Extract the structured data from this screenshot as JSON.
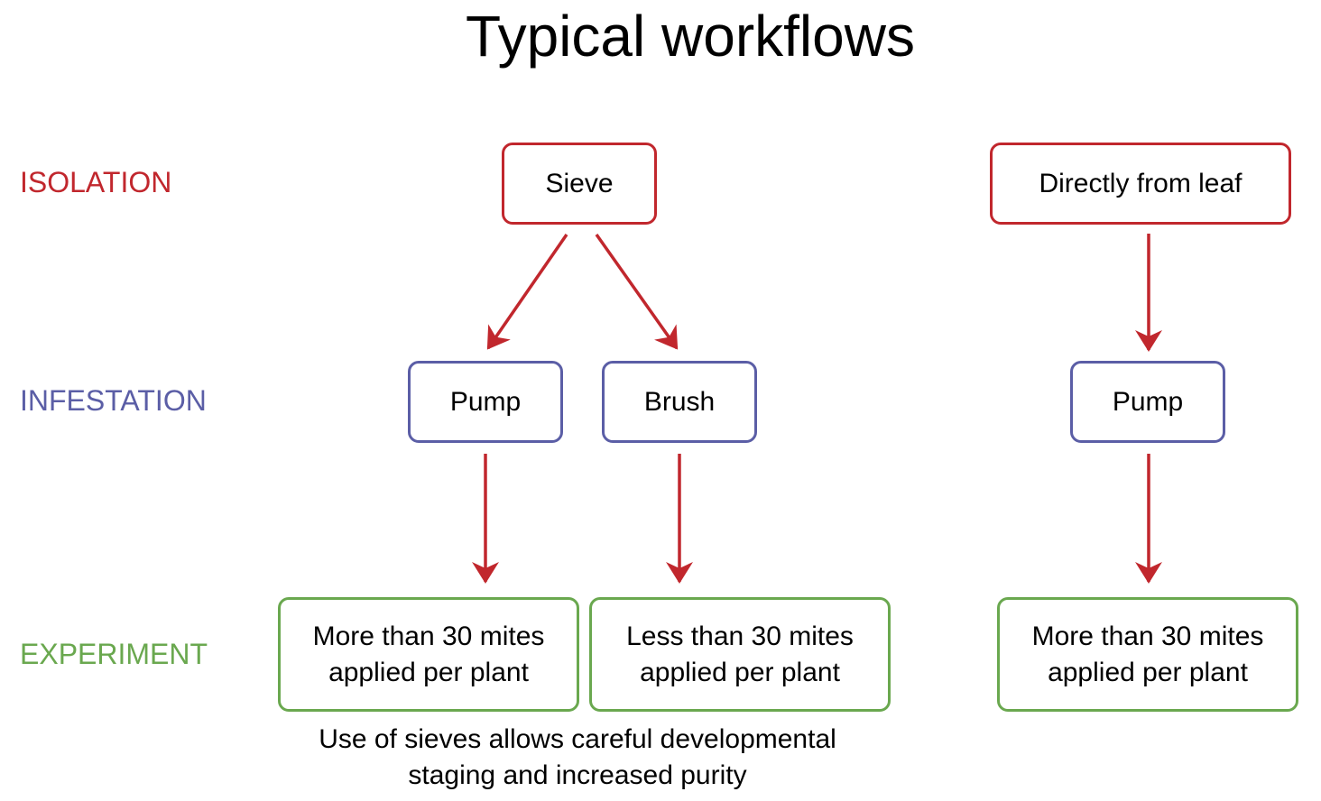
{
  "title": "Typical workflows",
  "colors": {
    "isolation": "#c1272d",
    "infestation": "#5b5ea6",
    "experiment": "#6aa84f",
    "arrow": "#c1272d"
  },
  "rows": {
    "isolation": "ISOLATION",
    "infestation": "INFESTATION",
    "experiment": "EXPERIMENT"
  },
  "nodes": {
    "sieve": "Sieve",
    "leaf": "Directly from leaf",
    "pump1": "Pump",
    "brush": "Brush",
    "pump2": "Pump",
    "exp1": {
      "line1": "More than 30 mites",
      "line2": "applied per plant"
    },
    "exp2": {
      "line1": "Less than 30 mites",
      "line2": "applied per plant"
    },
    "exp3": {
      "line1": "More than 30 mites",
      "line2": "applied per plant"
    }
  },
  "edges": [
    {
      "from": "sieve",
      "to": "pump1"
    },
    {
      "from": "sieve",
      "to": "brush"
    },
    {
      "from": "leaf",
      "to": "pump2"
    },
    {
      "from": "pump1",
      "to": "exp1"
    },
    {
      "from": "brush",
      "to": "exp2"
    },
    {
      "from": "pump2",
      "to": "exp3"
    }
  ],
  "note": {
    "line1": "Use of sieves allows careful developmental",
    "line2": "staging and increased purity"
  }
}
